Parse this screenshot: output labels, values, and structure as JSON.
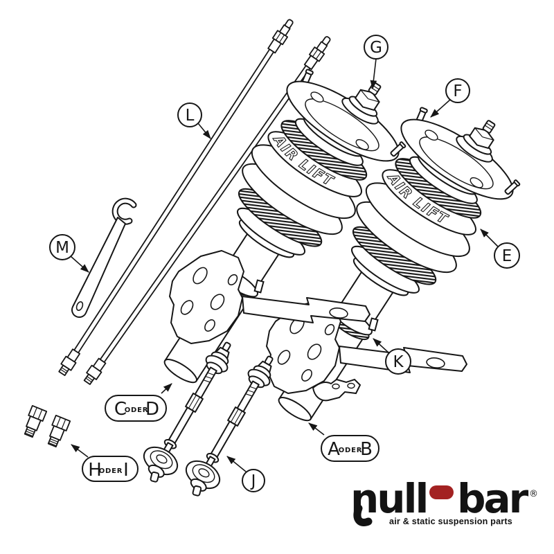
{
  "diagram": {
    "description": "Exploded air suspension kit diagram",
    "colors": {
      "line": "#161616",
      "background": "#ffffff"
    },
    "airbag_brand": "AIR LIFT",
    "callouts": {
      "g": {
        "label": "G"
      },
      "f": {
        "label": "F"
      },
      "l": {
        "label": "L"
      },
      "e": {
        "label": "E"
      },
      "m": {
        "label": "M"
      },
      "k": {
        "label": "K"
      },
      "j": {
        "label": "J"
      },
      "cd": {
        "left": "C",
        "or": "ODER",
        "right": "D"
      },
      "ab": {
        "left": "A",
        "or": "ODER",
        "right": "B"
      },
      "hi": {
        "left": "H",
        "or": "ODER",
        "right": "I"
      }
    }
  },
  "logo": {
    "word1": "null",
    "word2": "bar",
    "registered": "®",
    "tagline": "air & static suspension parts",
    "text_color": "#131313",
    "accent_color": "#a32222"
  }
}
